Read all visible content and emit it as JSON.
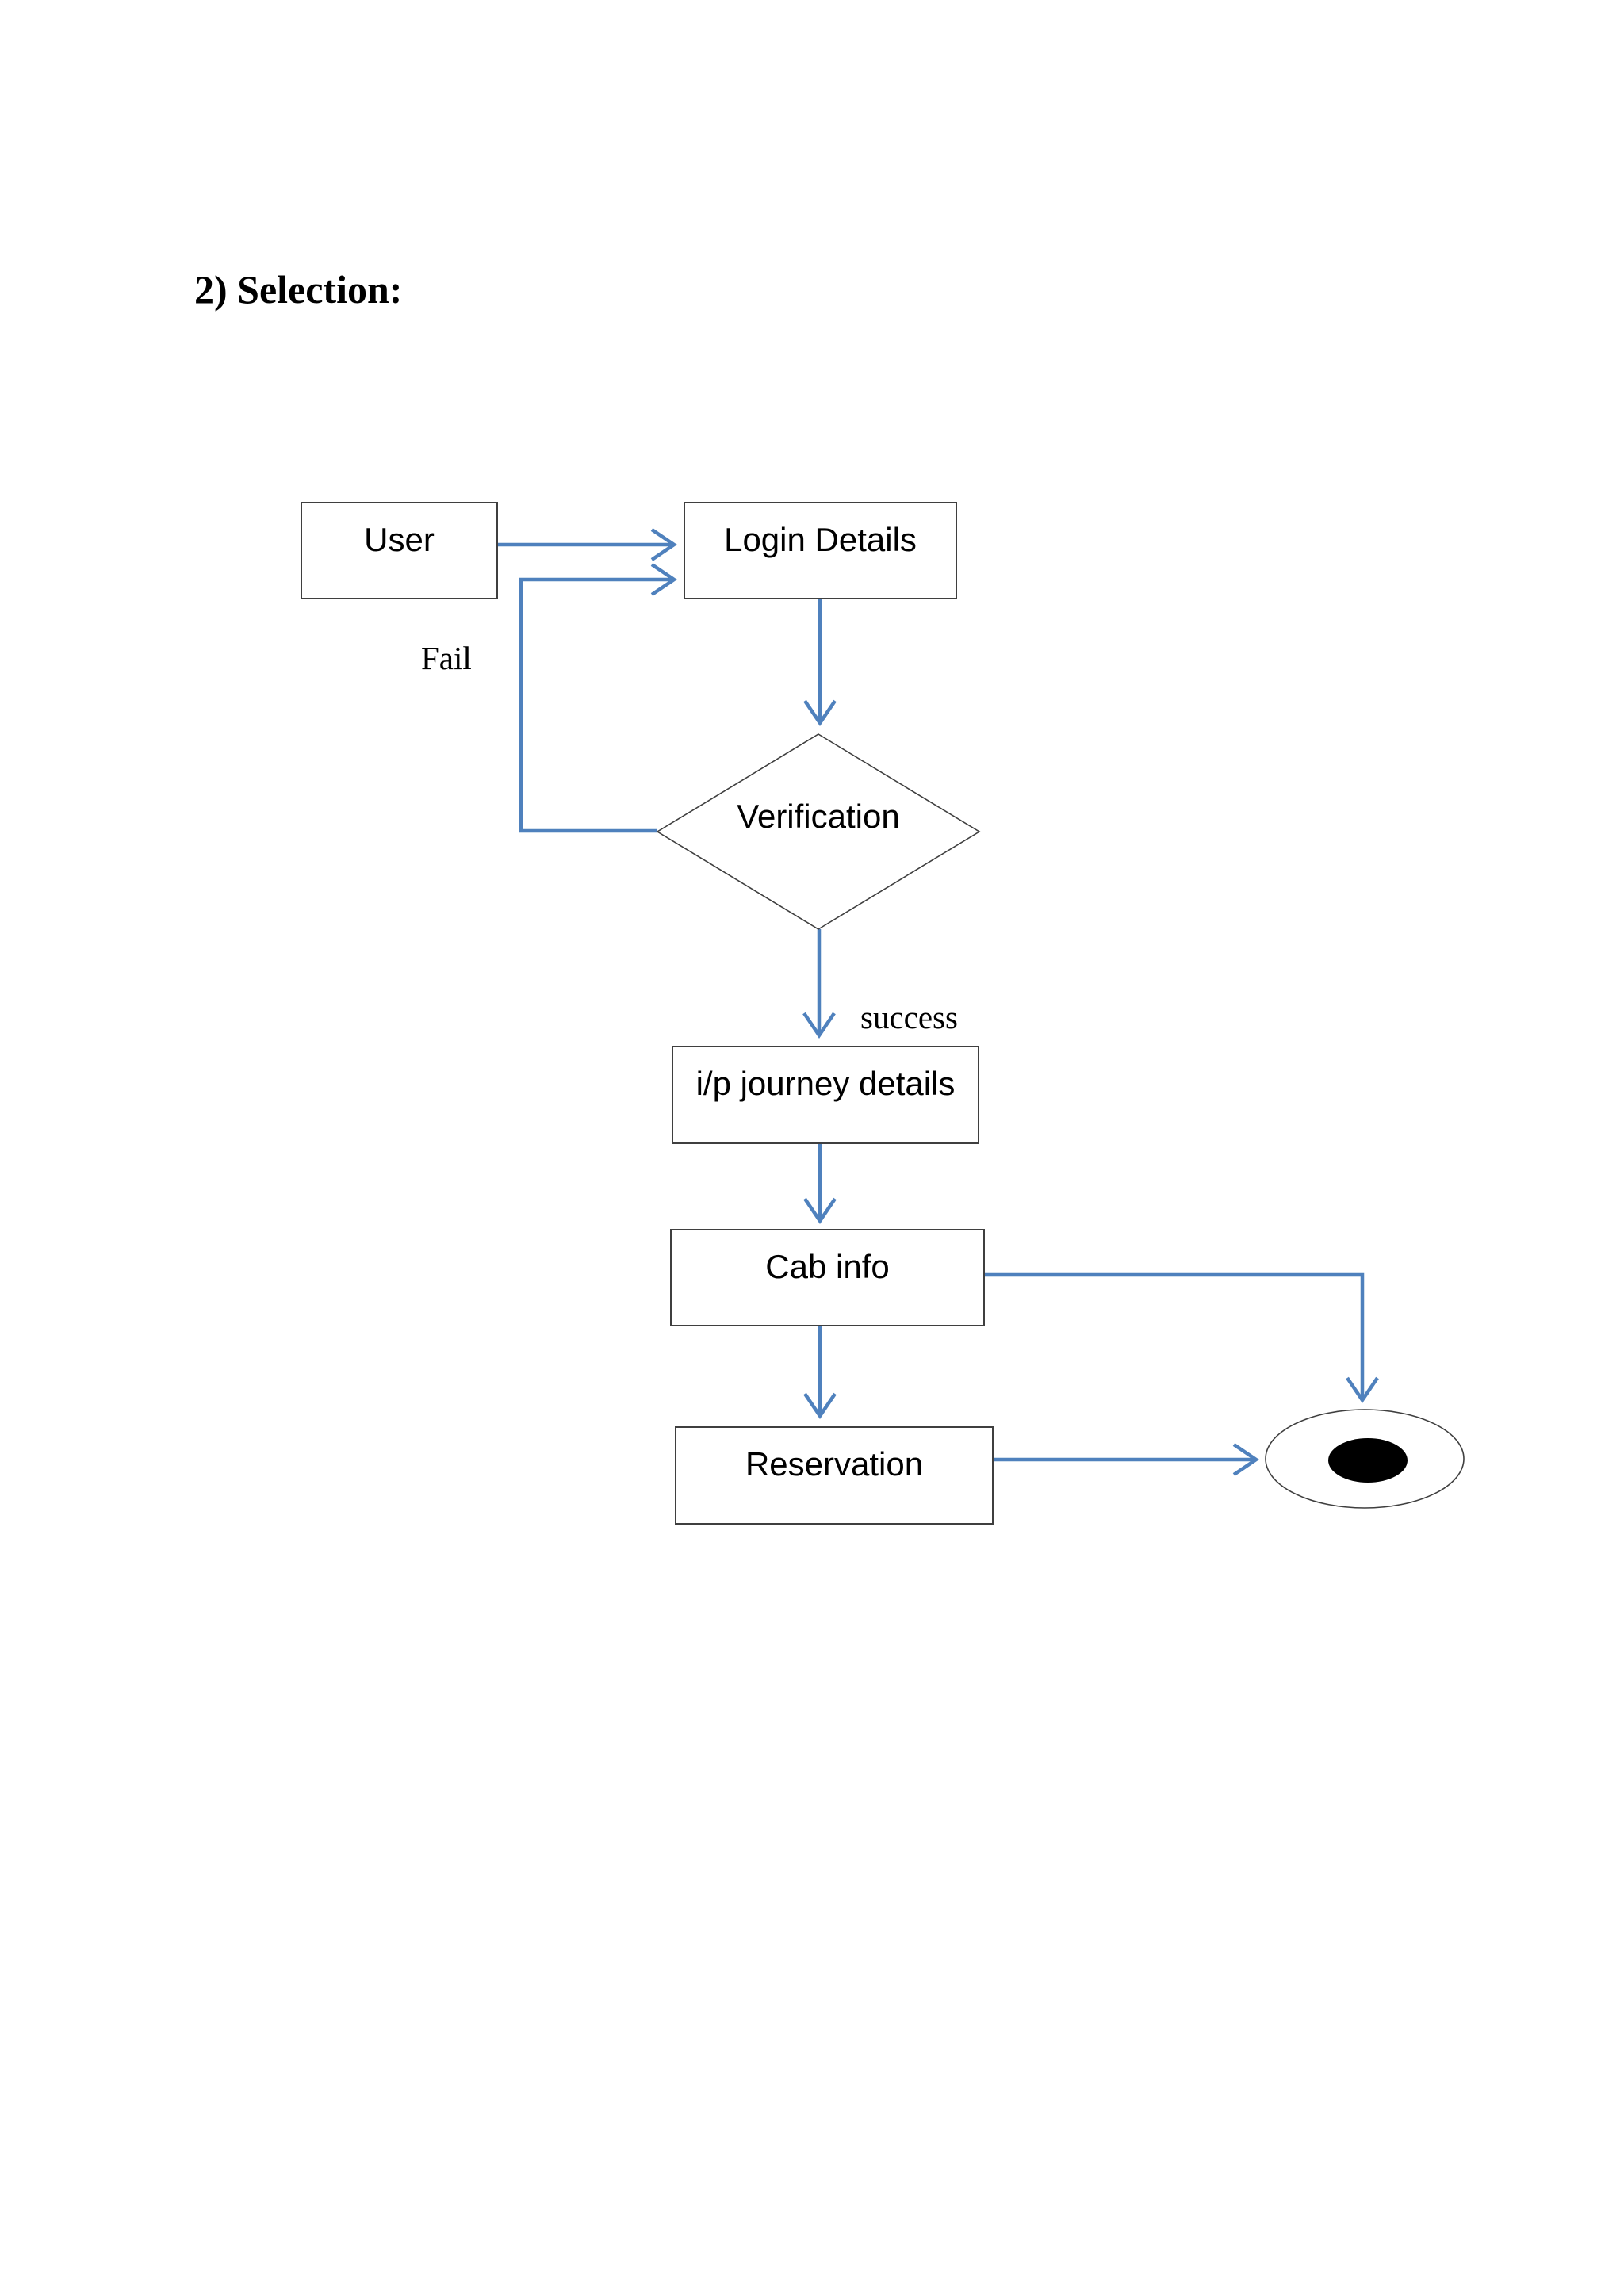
{
  "page": {
    "title": "2) Selection:"
  },
  "colors": {
    "arrow_blue": "#4F81BD",
    "shape_border": "#3F3F3F",
    "text": "#000000",
    "end_node_fill": "#000000",
    "background": "#FFFFFF"
  },
  "flowchart": {
    "nodes": [
      {
        "id": "user",
        "type": "process",
        "label": "User"
      },
      {
        "id": "login",
        "type": "process",
        "label": "Login Details"
      },
      {
        "id": "verification",
        "type": "decision",
        "label": "Verification"
      },
      {
        "id": "journey",
        "type": "process",
        "label": "i/p journey details"
      },
      {
        "id": "cab",
        "type": "process",
        "label": "Cab info"
      },
      {
        "id": "reservation",
        "type": "process",
        "label": "Reservation"
      },
      {
        "id": "end",
        "type": "terminator",
        "label": ""
      }
    ],
    "edge_labels": {
      "fail": "Fail",
      "success": "success"
    },
    "edges": [
      {
        "from": "User",
        "to": "Login Details",
        "label": ""
      },
      {
        "from": "Login Details",
        "to": "Verification",
        "label": ""
      },
      {
        "from": "Verification",
        "to": "Login Details",
        "label": "Fail"
      },
      {
        "from": "Verification",
        "to": "i/p journey details",
        "label": "success"
      },
      {
        "from": "i/p journey details",
        "to": "Cab info",
        "label": ""
      },
      {
        "from": "Cab info",
        "to": "Reservation",
        "label": ""
      },
      {
        "from": "Cab info",
        "to": "end",
        "label": ""
      },
      {
        "from": "Reservation",
        "to": "end",
        "label": ""
      }
    ]
  }
}
